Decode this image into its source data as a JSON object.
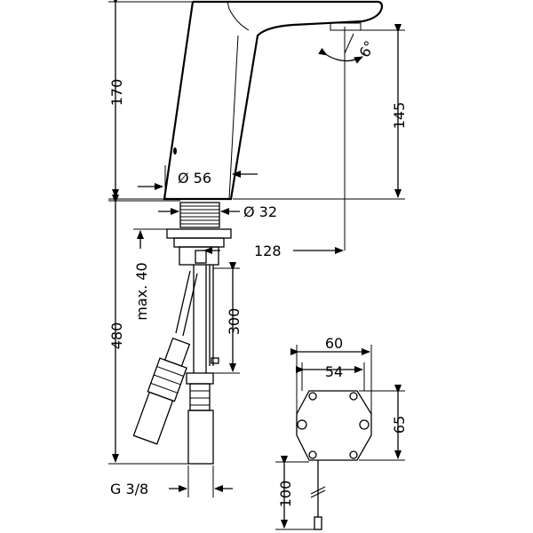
{
  "dimensions": {
    "top_height": "170",
    "spout_height": "145",
    "angle": "6°",
    "spout_diameter": "Ø 56",
    "shank_diameter": "Ø 32",
    "reach": "128",
    "countertop_max": "max. 40",
    "total_height": "480",
    "cable_length": "300",
    "box_width_outer": "60",
    "box_width_inner": "54",
    "box_height": "65",
    "box_cable": "100",
    "thread": "G 3/8"
  }
}
